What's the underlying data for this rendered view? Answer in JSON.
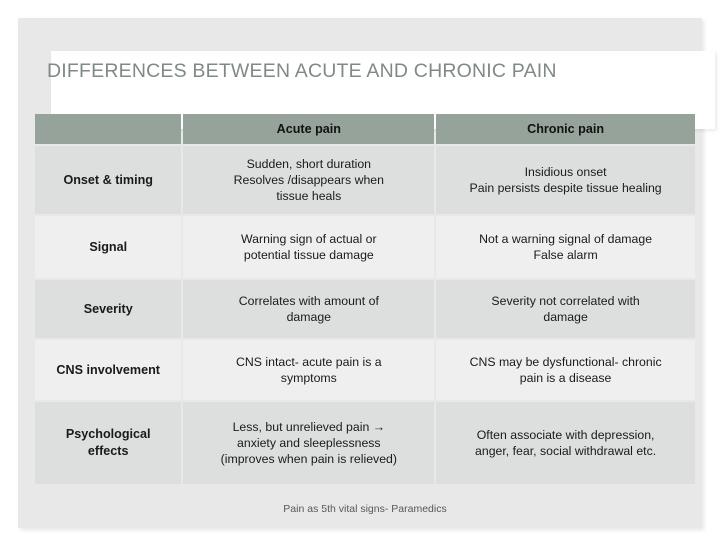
{
  "slide": {
    "title": "DIFFERENCES BETWEEN ACUTE AND CHRONIC PAIN",
    "footer": "Pain as 5th vital signs- Paramedics",
    "colors": {
      "header_fill": "#95a39a",
      "row_dark": "#dcdfde",
      "row_light": "#eeefee",
      "canvas": "#e7e8e7",
      "title_text": "#7f8a84",
      "band": "#ffffff"
    }
  },
  "table": {
    "columns": [
      {
        "key": "label",
        "header": ""
      },
      {
        "key": "acute",
        "header": "Acute pain"
      },
      {
        "key": "chronic",
        "header": "Chronic pain"
      }
    ],
    "rows": [
      {
        "label": "Onset & timing",
        "acute_lines": [
          "Sudden, short duration",
          "Resolves /disappears when",
          "tissue heals"
        ],
        "chronic_lines": [
          "Insidious onset",
          "Pain persists despite tissue healing"
        ]
      },
      {
        "label": "Signal",
        "acute_lines": [
          "Warning sign of actual or",
          "potential tissue damage"
        ],
        "chronic_lines": [
          "Not a warning signal of damage",
          "False alarm"
        ]
      },
      {
        "label": "Severity",
        "acute_lines": [
          "Correlates with amount of",
          "damage"
        ],
        "chronic_lines": [
          "Severity not correlated with",
          "damage"
        ]
      },
      {
        "label": "CNS involvement",
        "acute_lines": [
          "CNS intact- acute pain is a",
          "symptoms"
        ],
        "chronic_lines": [
          "CNS may be dysfunctional- chronic",
          "pain is a disease"
        ]
      },
      {
        "label_lines": [
          "Psychological",
          "effects"
        ],
        "label": "Psychological effects",
        "acute_lines": [
          "Less, but unrelieved pain →",
          "anxiety and sleeplessness",
          "(improves when pain is relieved)"
        ],
        "chronic_lines": [
          "Often associate with depression,",
          "anger, fear, social withdrawal etc."
        ]
      }
    ]
  }
}
